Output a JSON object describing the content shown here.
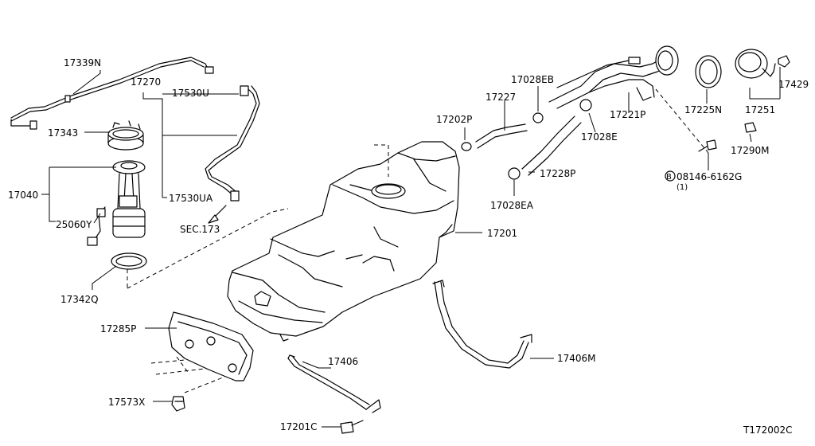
{
  "labels": {
    "p17339N": "17339N",
    "p17270": "17270",
    "p17530U": "17530U",
    "p17343": "17343",
    "p17040": "17040",
    "p25060Y": "25060Y",
    "p17530UA": "17530UA",
    "sec173": "SEC.173",
    "p17342Q": "17342Q",
    "p17285P": "17285P",
    "p17573X": "17573X",
    "p17406": "17406",
    "p17201C": "17201C",
    "p17201": "17201",
    "p17406M": "17406M",
    "p17202P": "17202P",
    "p17227": "17227",
    "p17028EB": "17028EB",
    "p17028E": "17028E",
    "p17228P": "17228P",
    "p17028EA": "17028EA",
    "p17221P": "17221P",
    "p17225N": "17225N",
    "p17251": "17251",
    "p17429": "17429",
    "p17290M": "17290M",
    "bolt_circle_letter": "B",
    "bolt_part": "08146-6162G",
    "bolt_qty": "(1)",
    "figure_id": "T172002C"
  }
}
